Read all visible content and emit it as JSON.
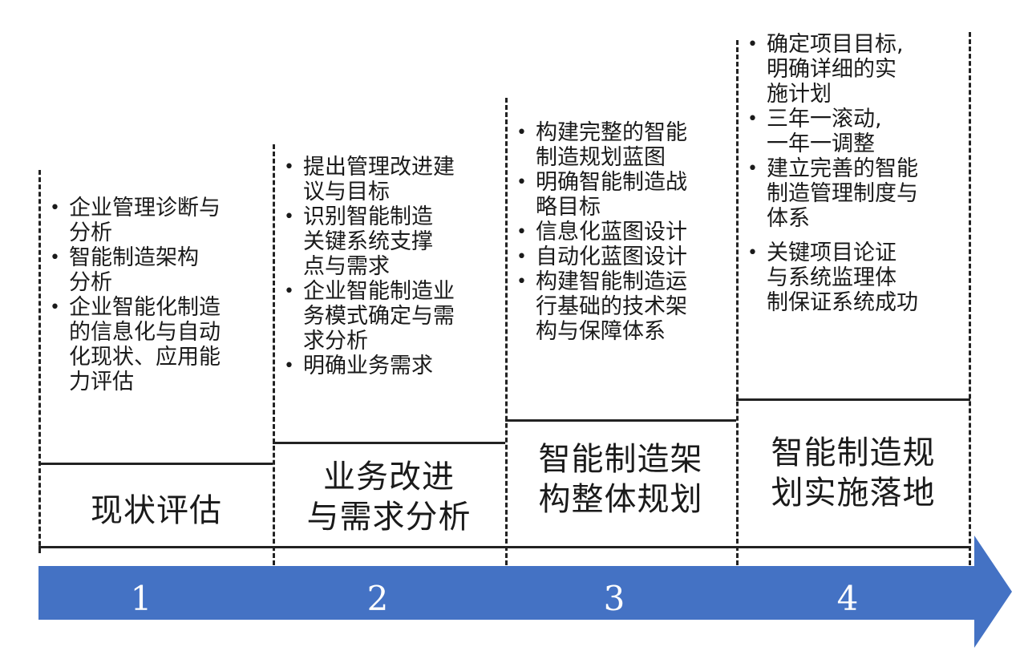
{
  "arrow_color": "#4472C4",
  "stages": [
    {
      "number": "1",
      "title_lines": [
        "现状评估"
      ],
      "bullets": [
        [
          "企业管理诊断与",
          "分析"
        ],
        [
          "智能制造架构",
          "分析"
        ],
        [
          "企业智能化制造",
          "的信息化与自动",
          "化现状、应用能",
          "力评估"
        ]
      ]
    },
    {
      "number": "2",
      "title_lines": [
        "业务改进",
        "与需求分析"
      ],
      "bullets": [
        [
          "提出管理改进建",
          "议与目标"
        ],
        [
          "识别智能制造",
          "关键系统支撑",
          "点与需求"
        ],
        [
          "企业智能制造业",
          "务模式确定与需",
          "求分析"
        ],
        [
          "明确业务需求"
        ]
      ]
    },
    {
      "number": "3",
      "title_lines": [
        "智能制造架",
        "构整体规划"
      ],
      "bullets": [
        [
          "构建完整的智能",
          "制造规划蓝图"
        ],
        [
          "明确智能制造战",
          "略目标"
        ],
        [
          "信息化蓝图设计"
        ],
        [
          "自动化蓝图设计"
        ],
        [
          "构建智能制造运",
          "行基础的技术架",
          "构与保障体系"
        ]
      ]
    },
    {
      "number": "4",
      "title_lines": [
        "智能制造规",
        "划实施落地"
      ],
      "bullets": [
        [
          "确定项目目标,",
          "明确详细的实",
          "施计划"
        ],
        [
          "三年一滚动,",
          "一年一调整"
        ],
        [
          "建立完善的智能",
          "制造管理制度与",
          "体系"
        ],
        [
          "关键项目论证",
          "与系统监理体",
          "制保证系统成功"
        ]
      ]
    }
  ]
}
